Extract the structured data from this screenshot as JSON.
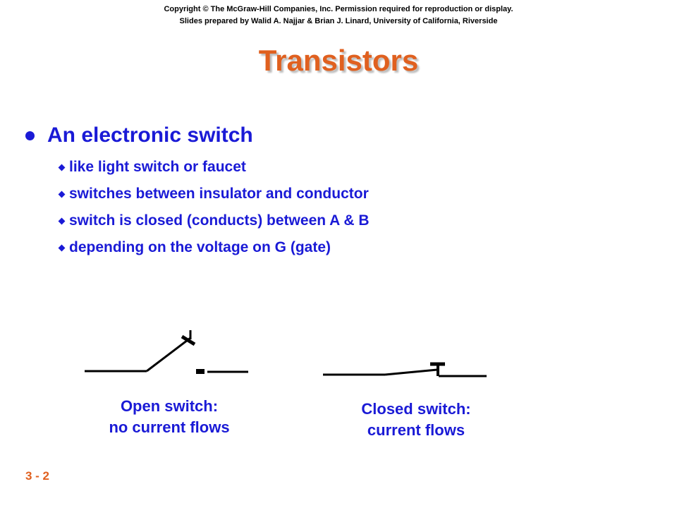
{
  "header": {
    "copyright": "Copyright © The McGraw-Hill Companies, Inc. Permission required for reproduction or display.",
    "credits": "Slides prepared by Walid A. Najjar & Brian J. Linard, University of California, Riverside"
  },
  "title": "Transistors",
  "bullet": {
    "text": "An electronic switch",
    "sub_items": [
      "like light switch or faucet",
      "switches between insulator and conductor",
      "switch is closed (conducts) between A & B",
      "depending on the voltage on G (gate)"
    ]
  },
  "diagrams": {
    "open": {
      "line1": "Open switch:",
      "line2": "no current flows"
    },
    "closed": {
      "line1": "Closed switch:",
      "line2": "current flows"
    }
  },
  "page_number": "3 - 2",
  "colors": {
    "title": "#e0601f",
    "text": "#1a1ad6",
    "page_number": "#e0601f"
  }
}
